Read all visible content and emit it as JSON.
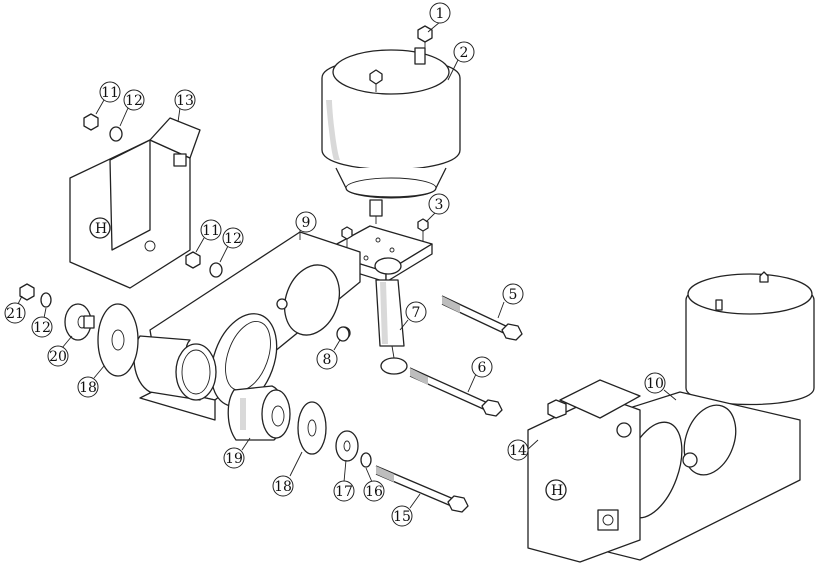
{
  "callouts": [
    {
      "id": "c1",
      "label": "1"
    },
    {
      "id": "c2",
      "label": "2"
    },
    {
      "id": "c3",
      "label": "3"
    },
    {
      "id": "c5",
      "label": "5"
    },
    {
      "id": "c6",
      "label": "6"
    },
    {
      "id": "c7",
      "label": "7"
    },
    {
      "id": "c8",
      "label": "8"
    },
    {
      "id": "c9",
      "label": "9"
    },
    {
      "id": "c10",
      "label": "10"
    },
    {
      "id": "c11a",
      "label": "11"
    },
    {
      "id": "c11b",
      "label": "11"
    },
    {
      "id": "c12a",
      "label": "12"
    },
    {
      "id": "c12b",
      "label": "12"
    },
    {
      "id": "c12c",
      "label": "12"
    },
    {
      "id": "c13",
      "label": "13"
    },
    {
      "id": "c14",
      "label": "14"
    },
    {
      "id": "c15",
      "label": "15"
    },
    {
      "id": "c16",
      "label": "16"
    },
    {
      "id": "c17",
      "label": "17"
    },
    {
      "id": "c18a",
      "label": "18"
    },
    {
      "id": "c18b",
      "label": "18"
    },
    {
      "id": "c19",
      "label": "19"
    },
    {
      "id": "c20",
      "label": "20"
    },
    {
      "id": "c21",
      "label": "21"
    }
  ],
  "logo_text": "H"
}
